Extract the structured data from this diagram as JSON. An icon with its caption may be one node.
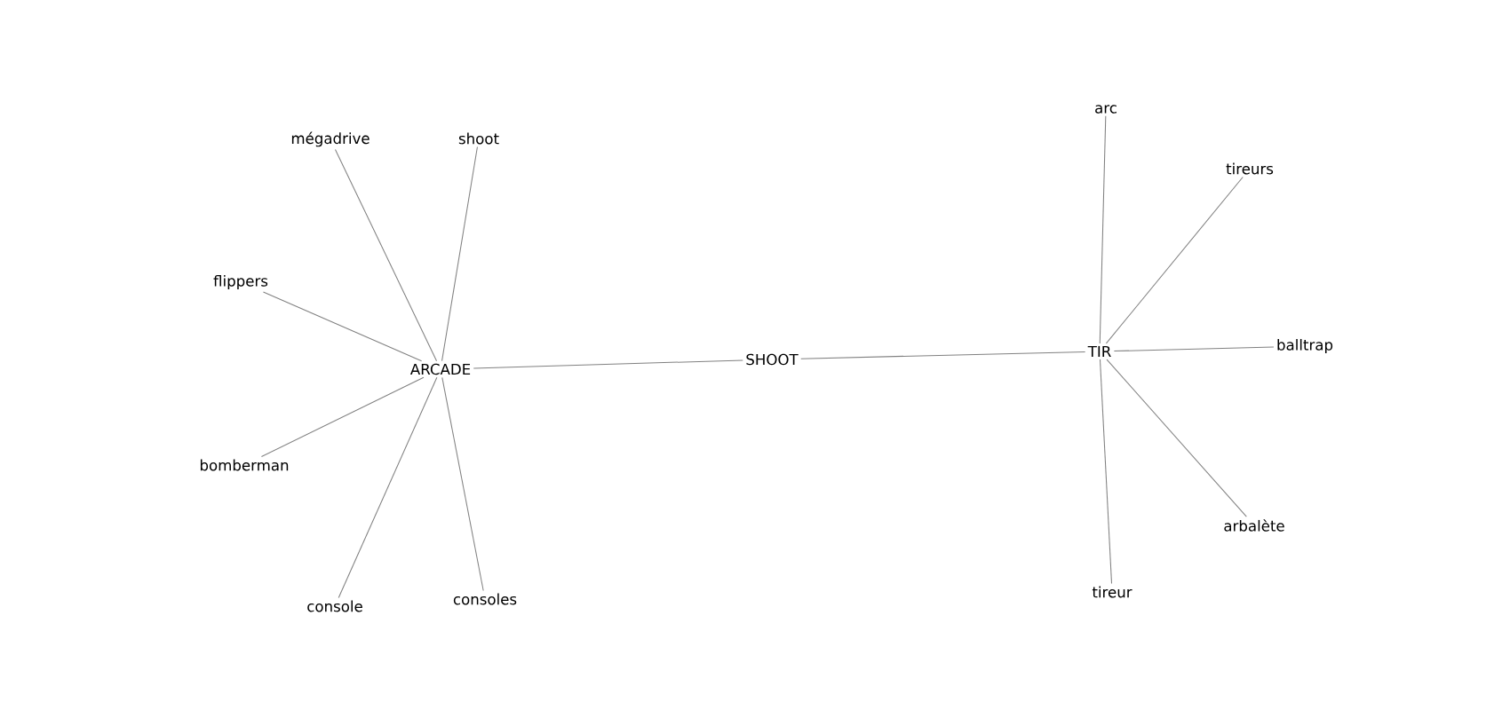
{
  "diagram": {
    "nodes": [
      {
        "text": [
          "SHOOT"
        ]
      },
      {
        "text": [
          "ARCADE"
        ]
      },
      {
        "text": [
          "TIR"
        ]
      },
      {
        "text": [
          "mégadrive"
        ]
      },
      {
        "text": [
          "shoot"
        ]
      },
      {
        "text": [
          "flippers"
        ]
      },
      {
        "text": [
          "bomberman"
        ]
      },
      {
        "text": [
          "console"
        ]
      },
      {
        "text": [
          "consoles"
        ]
      },
      {
        "text": [
          "arc"
        ]
      },
      {
        "text": [
          "tireurs"
        ]
      },
      {
        "text": [
          "balltrap"
        ]
      },
      {
        "text": [
          "arbalète"
        ]
      },
      {
        "text": [
          "tireur"
        ]
      }
    ],
    "edges": [
      {
        "from": 1,
        "to": 0,
        "arrow": "none"
      },
      {
        "from": 0,
        "to": 2,
        "arrow": "none"
      },
      {
        "from": 1,
        "to": 3,
        "arrow": "none"
      },
      {
        "from": 1,
        "to": 4,
        "arrow": "none"
      },
      {
        "from": 1,
        "to": 5,
        "arrow": "none"
      },
      {
        "from": 1,
        "to": 6,
        "arrow": "none"
      },
      {
        "from": 1,
        "to": 7,
        "arrow": "none"
      },
      {
        "from": 1,
        "to": 8,
        "arrow": "none"
      },
      {
        "from": 2,
        "to": 9,
        "arrow": "none"
      },
      {
        "from": 2,
        "to": 10,
        "arrow": "none"
      },
      {
        "from": 2,
        "to": 11,
        "arrow": "none"
      },
      {
        "from": 2,
        "to": 12,
        "arrow": "none"
      },
      {
        "from": 2,
        "to": 13,
        "arrow": "none"
      }
    ]
  }
}
